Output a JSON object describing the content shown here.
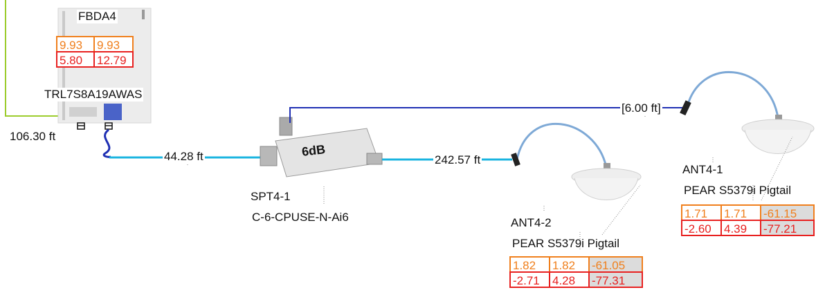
{
  "colors": {
    "cable": "#1ab4e0",
    "link": "#1e2fb3",
    "feed": "#9ccc2c",
    "orange": "#f07f1c",
    "red": "#e8201f"
  },
  "das": {
    "name": "FBDA4",
    "model": "TRL7S8A19AWAS",
    "row1": [
      "9.93",
      "9.93"
    ],
    "row2": [
      "5.80",
      "12.79"
    ]
  },
  "cables": {
    "feed_length": "106.30 ft",
    "das_to_splitter": "44.28 ft",
    "splitter_to_ant2": "242.57 ft",
    "splitter_to_ant1": "[6.00 ft]"
  },
  "splitter": {
    "name": "SPT4-1",
    "model": "C-6-CPUSE-N-Ai6",
    "face_text": "6dB"
  },
  "ant2": {
    "name": "ANT4-2",
    "model": "PEAR S5379i Pigtail",
    "row1": [
      "1.82",
      "1.82",
      "-61.05"
    ],
    "row2": [
      "-2.71",
      "4.28",
      "-77.31"
    ]
  },
  "ant1": {
    "name": "ANT4-1",
    "model": "PEAR S5379i Pigtail",
    "row1": [
      "1.71",
      "1.71",
      "-61.15"
    ],
    "row2": [
      "-2.60",
      "4.39",
      "-77.21"
    ]
  }
}
